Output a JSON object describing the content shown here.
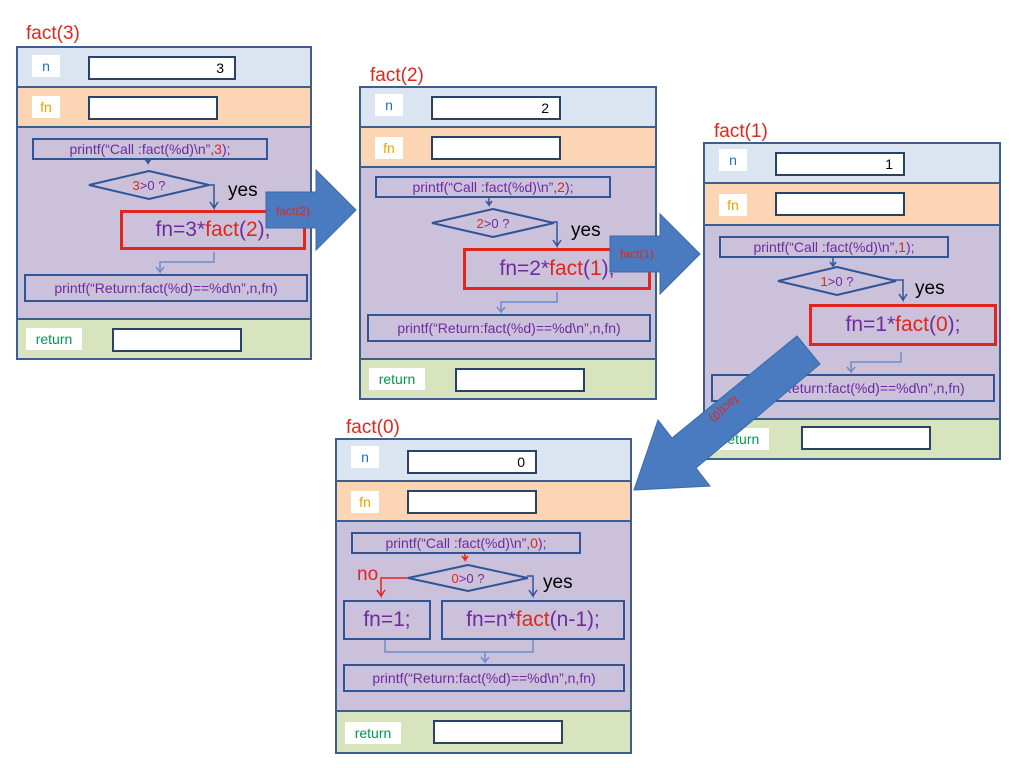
{
  "frames": [
    {
      "id": "fact3",
      "title": "fact(3)",
      "n_label": "n",
      "n_value": "3",
      "fn_label": "fn",
      "fn_value": "",
      "call_pre": "printf(“Call   :fact(%d)\\n”, ",
      "call_arg": "3",
      "call_post": ");",
      "cond_num": "3",
      "cond_rest": ">0 ?",
      "yes": "yes",
      "assign_pre": "fn=3*",
      "assign_fact": "fact",
      "assign_paren1": "(",
      "assign_arg": "2",
      "assign_paren2": ");",
      "ret_print": "printf(“Return:fact(%d)==%d\\n”,n,fn)",
      "return_label": "return",
      "return_value": ""
    },
    {
      "id": "fact2",
      "title": "fact(2)",
      "n_label": "n",
      "n_value": "2",
      "fn_label": "fn",
      "fn_value": "",
      "call_pre": "printf(“Call   :fact(%d)\\n”, ",
      "call_arg": "2",
      "call_post": ");",
      "cond_num": "2",
      "cond_rest": ">0 ?",
      "yes": "yes",
      "assign_pre": "fn=2*",
      "assign_fact": "fact",
      "assign_paren1": "(",
      "assign_arg": "1",
      "assign_paren2": ");",
      "ret_print": "printf(“Return:fact(%d)==%d\\n”,n,fn)",
      "return_label": "return",
      "return_value": ""
    },
    {
      "id": "fact1",
      "title": "fact(1)",
      "n_label": "n",
      "n_value": "1",
      "fn_label": "fn",
      "fn_value": "",
      "call_pre": "printf(“Call   :fact(%d)\\n”, ",
      "call_arg": "1",
      "call_post": ");",
      "cond_num": "1",
      "cond_rest": ">0 ?",
      "yes": "yes",
      "assign_pre": "fn=1*",
      "assign_fact": "fact",
      "assign_paren1": "(",
      "assign_arg": "0",
      "assign_paren2": ");",
      "ret_print": "printf(“Return:fact(%d)==%d\\n”,n,fn)",
      "return_label": "return",
      "return_value": ""
    },
    {
      "id": "fact0",
      "title": "fact(0)",
      "n_label": "n",
      "n_value": "0",
      "fn_label": "fn",
      "fn_value": "",
      "call_pre": "printf(“Call   :fact(%d)\\n”, ",
      "call_arg": "0",
      "call_post": ");",
      "cond_num": "0",
      "cond_rest": ">0 ?",
      "yes": "yes",
      "no": "no",
      "base_assign": "fn=1;",
      "rec_pre": "fn=n*",
      "rec_fact": "fact",
      "rec_post": "(n-1);",
      "ret_print": "printf(“Return:fact(%d)==%d\\n”,n,fn)",
      "return_label": "return",
      "return_value": ""
    }
  ],
  "arrows": [
    {
      "label": "fact(2)"
    },
    {
      "label": "fact(1)"
    },
    {
      "label": "fact(0)"
    }
  ],
  "colors": {
    "title": "#e0261e",
    "border": "#3b5f8e",
    "n_band": "#dbe5f1",
    "fn_band": "#fcd5b5",
    "code_band": "#ccc1da",
    "return_band": "#d7e4bd",
    "arrow": "#4a7bc0",
    "highlight": "#e0261e"
  }
}
